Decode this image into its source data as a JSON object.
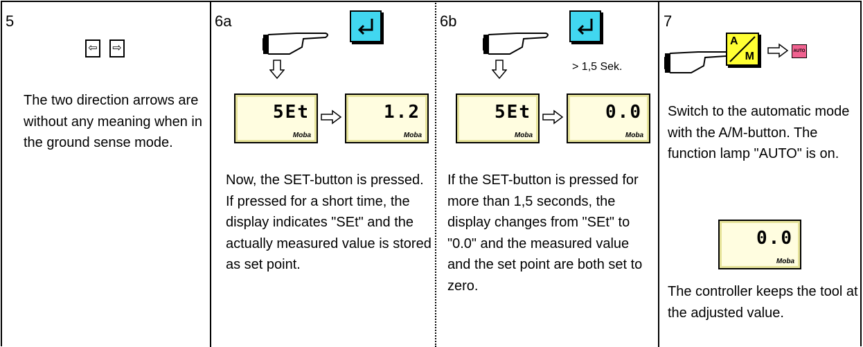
{
  "col5": {
    "step": "5",
    "text": "The two direction arrows are without any meaning when in the ground sense mode."
  },
  "col6a": {
    "step": "6a",
    "display1": "5Et",
    "display2": "1.2",
    "brand": "Moba",
    "text": "Now, the SET-button is pressed. If pressed for a short time, the display indicates \"SEt\" and the actually measured value is stored as set point."
  },
  "col6b": {
    "step": "6b",
    "hold_note": "> 1,5 Sek.",
    "display1": "5Et",
    "display2": "0.0",
    "brand": "Moba",
    "text": "If the SET-button is pressed for more than 1,5 seconds, the display changes from \"SEt\" to \"0.0\" and the measured value and the set point are both set to zero."
  },
  "col7": {
    "step": "7",
    "am_label": "A/M",
    "auto_label": "AUTO",
    "text1": "Switch to the automatic mode with the A/M-button. The function lamp \"AUTO\" is on.",
    "display": "0.0",
    "brand": "Moba",
    "text2": "The controller keeps the tool at the adjusted value."
  },
  "icons": [
    "hand-pointer-icon",
    "enter-key-icon",
    "arrow-down-icon",
    "arrow-right-icon",
    "direction-arrow-left-icon",
    "direction-arrow-right-icon"
  ],
  "colors": {
    "lcd": "#fffde0",
    "enter_key": "#41d7f0",
    "am_key": "#ffff33",
    "auto_lamp": "#f06290"
  }
}
